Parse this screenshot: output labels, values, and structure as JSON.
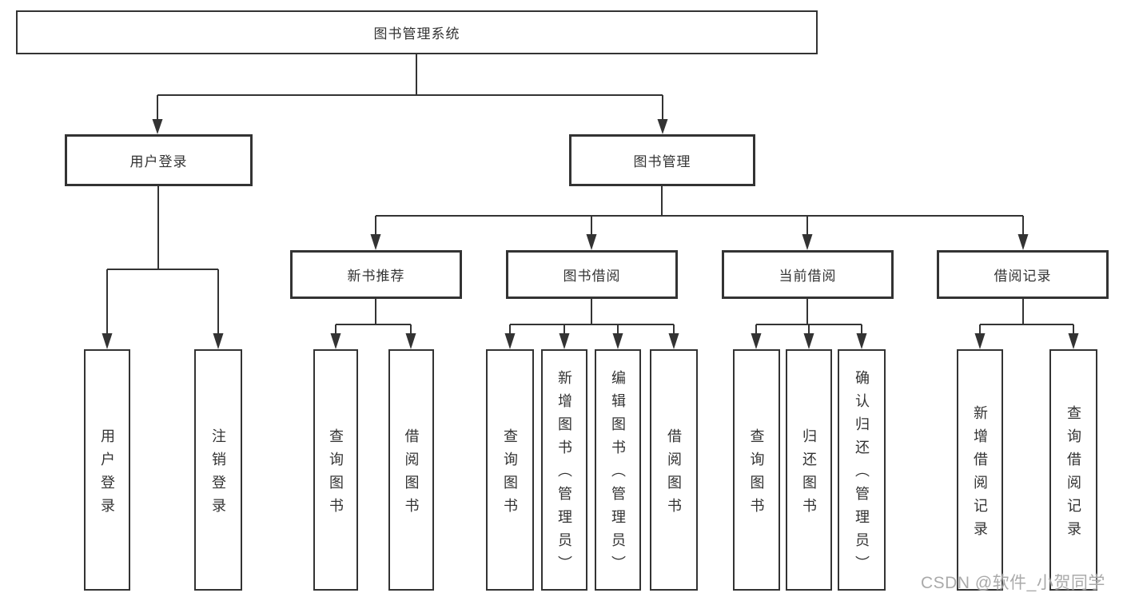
{
  "tree": {
    "root": {
      "label": "图书管理系统",
      "children": [
        {
          "label": "用户登录",
          "children": [
            {
              "label": "用户登录"
            },
            {
              "label": "注销登录"
            }
          ]
        },
        {
          "label": "图书管理",
          "children": [
            {
              "label": "新书推荐",
              "children": [
                {
                  "label": "查询图书"
                },
                {
                  "label": "借阅图书"
                }
              ]
            },
            {
              "label": "图书借阅",
              "children": [
                {
                  "label": "查询图书"
                },
                {
                  "label": "新增图书（管理员）"
                },
                {
                  "label": "编辑图书（管理员）"
                },
                {
                  "label": "借阅图书"
                }
              ]
            },
            {
              "label": "当前借阅",
              "children": [
                {
                  "label": "查询图书"
                },
                {
                  "label": "归还图书"
                },
                {
                  "label": "确认归还（管理员）"
                }
              ]
            },
            {
              "label": "借阅记录",
              "children": [
                {
                  "label": "新增借阅记录"
                },
                {
                  "label": "查询借阅记录"
                }
              ]
            }
          ]
        }
      ]
    }
  },
  "watermark": {
    "text": "CSDN @软件_小贺同学"
  },
  "colors": {
    "line": "#333333",
    "box_border": "#333333",
    "text": "#333333",
    "background": "#ffffff",
    "watermark": "#a3a3a3"
  }
}
